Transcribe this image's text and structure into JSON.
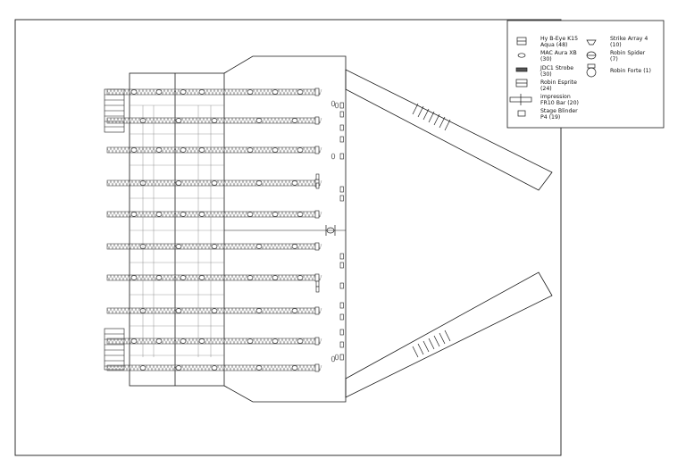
{
  "legend": {
    "items": [
      {
        "icon": "hybeye-icon",
        "line1": "Hy B-Eye K15",
        "line2": "Aqua (48)"
      },
      {
        "icon": "mac-aura-icon",
        "line1": "MAC Aura XB",
        "line2": "(30)"
      },
      {
        "icon": "strobe-icon",
        "line1": "JDC1 Strobe",
        "line2": "(30)"
      },
      {
        "icon": "esprite-icon",
        "line1": "Robin Esprite",
        "line2": "(24)"
      },
      {
        "icon": "fr10-bar-icon",
        "line1": "impression",
        "line2": "FR10 Bar (20)"
      },
      {
        "icon": "stage-blinder-icon",
        "line1": "Stage Blinder",
        "line2": "P4 (19)"
      },
      {
        "icon": "strike-array-icon",
        "line1": "Strike Array 4",
        "line2": "(10)"
      },
      {
        "icon": "robin-spider-icon",
        "line1": "Robin Spider",
        "line2": "(7)"
      },
      {
        "icon": "robin-forte-icon",
        "line1": "Robin Forte (1)",
        "line2": ""
      }
    ]
  },
  "colors": {
    "line": "#1a1a1a",
    "truss": "#555555",
    "paper": "#ffffff"
  }
}
